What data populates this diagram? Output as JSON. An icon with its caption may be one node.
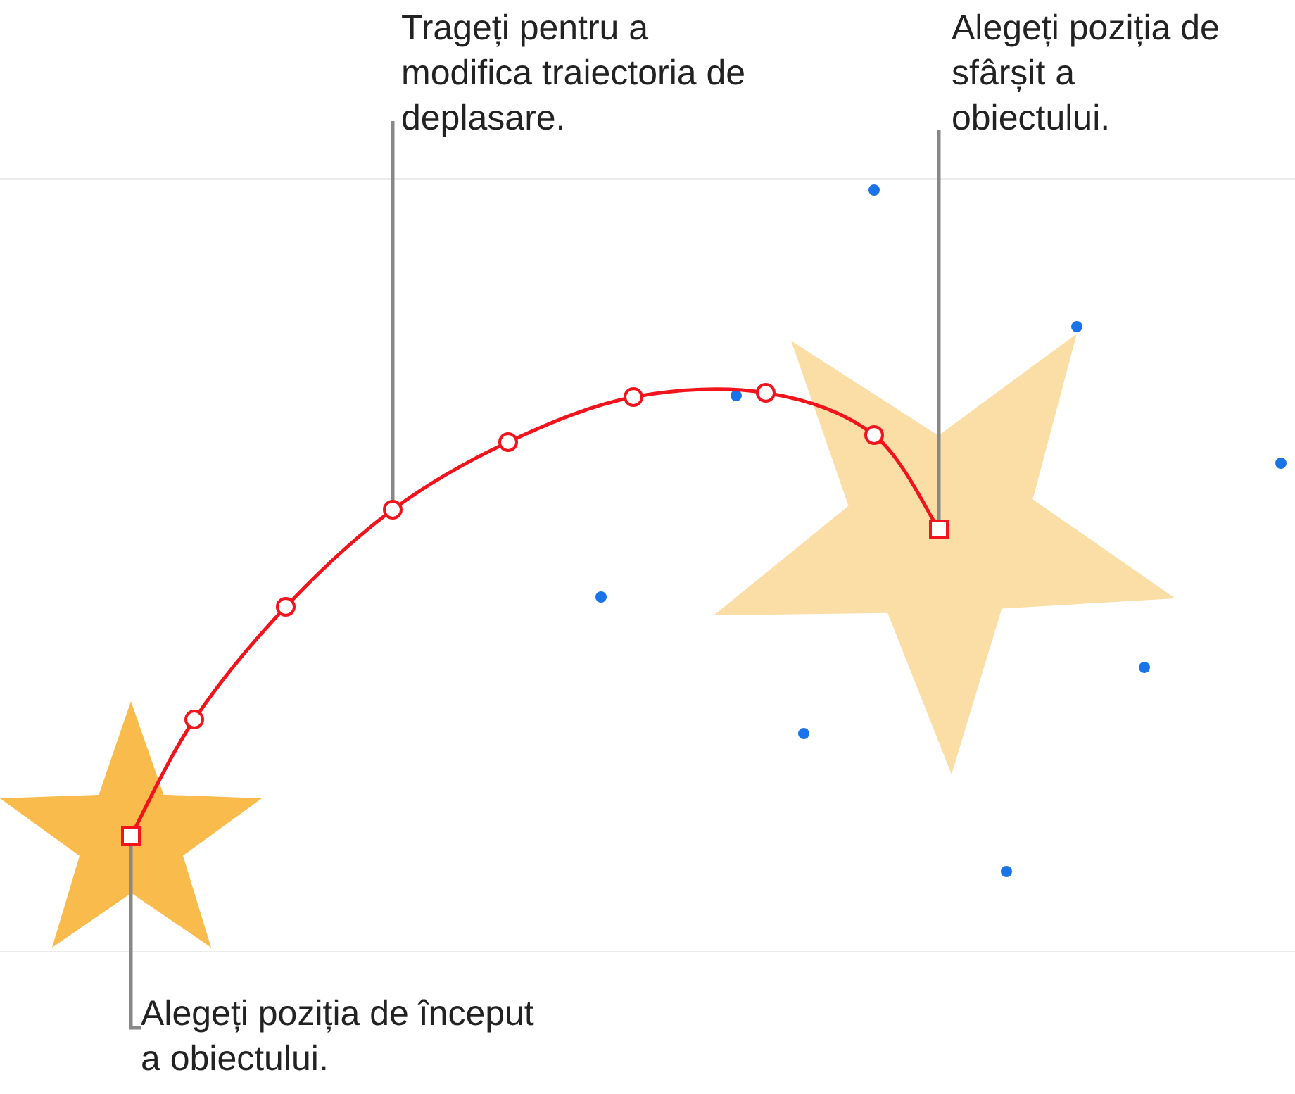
{
  "diagram": {
    "nodes": [
      {
        "text": [
          "Trageți pentru a modifica traiectoria de deplasare."
        ]
      },
      {
        "text": [
          "Alegeți poziția de sfârșit a obiectului."
        ]
      },
      {
        "text": [
          "Alegeți poziția de început a obiectului."
        ]
      },
      {
        "text": [],
        "shape": "circle"
      },
      {
        "text": [],
        "shape": "box"
      },
      {
        "text": [],
        "shape": "box"
      },
      {
        "text": [],
        "shape": "circle"
      },
      {
        "text": [],
        "shape": "circle"
      },
      {
        "text": [],
        "shape": "circle"
      },
      {
        "text": [],
        "shape": "circle"
      },
      {
        "text": [],
        "shape": "circle"
      },
      {
        "text": [],
        "shape": "circle"
      }
    ],
    "edges": [
      {
        "from": 0,
        "to": 3,
        "arrow": "none",
        "color": "#888888"
      },
      {
        "from": 1,
        "to": 4,
        "arrow": "none",
        "color": "#888888"
      },
      {
        "from": 2,
        "to": 5,
        "arrow": "none",
        "color": "#888888"
      },
      {
        "from": 5,
        "to": 6,
        "arrow": "none"
      },
      {
        "from": 6,
        "to": 7,
        "arrow": "none"
      },
      {
        "from": 7,
        "to": 3,
        "arrow": "none"
      },
      {
        "from": 3,
        "to": 8,
        "arrow": "none"
      },
      {
        "from": 8,
        "to": 9,
        "arrow": "none"
      },
      {
        "from": 9,
        "to": 10,
        "arrow": "none"
      },
      {
        "from": 10,
        "to": 11,
        "arrow": "none"
      },
      {
        "from": 11,
        "to": 4,
        "arrow": "none"
      }
    ]
  }
}
